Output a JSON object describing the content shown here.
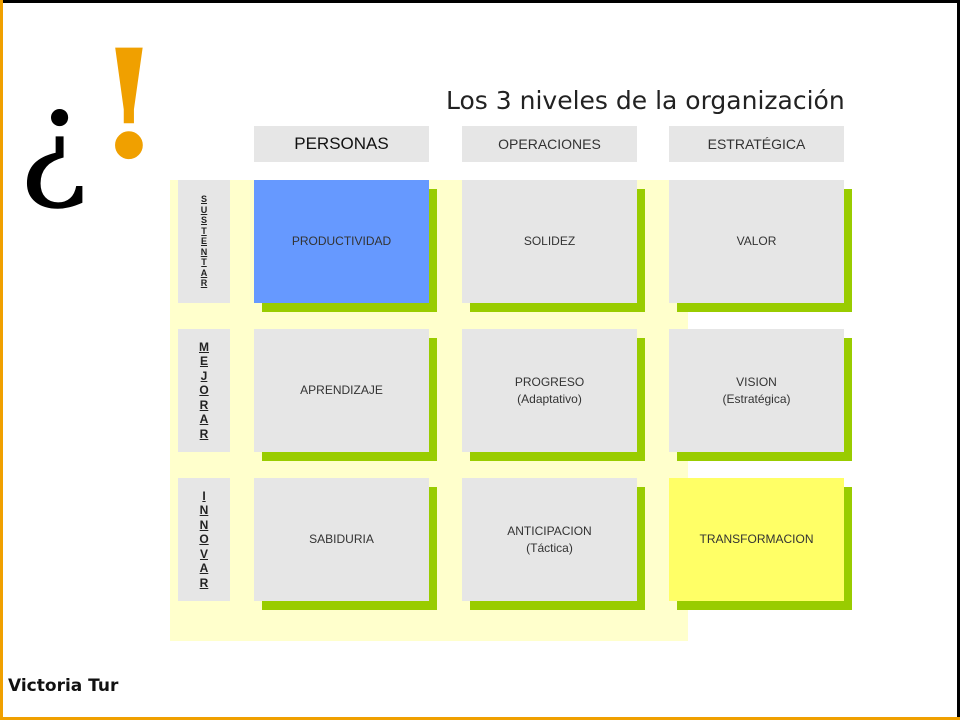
{
  "title": "Los 3 niveles de la organización",
  "decoration": {
    "inverted_question": "¿",
    "exclamation": "!",
    "exclamation_color": "#f0a000"
  },
  "columns": [
    "PERSONAS",
    "OPERACIONES",
    "ESTRATÉGICA"
  ],
  "rows": [
    {
      "label": "SUSTENTAR",
      "cells": [
        {
          "line1": "PRODUCTIVIDAD",
          "line2": ""
        },
        {
          "line1": "SOLIDEZ",
          "line2": ""
        },
        {
          "line1": "VALOR",
          "line2": ""
        }
      ]
    },
    {
      "label": "MEJORAR",
      "cells": [
        {
          "line1": "APRENDIZAJE",
          "line2": ""
        },
        {
          "line1": "PROGRESO",
          "line2": "(Adaptativo)"
        },
        {
          "line1": "VISION",
          "line2": "(Estratégica)"
        }
      ]
    },
    {
      "label": "INNOVAR",
      "cells": [
        {
          "line1": "SABIDURIA",
          "line2": ""
        },
        {
          "line1": "ANTICIPACION",
          "line2": "(Táctica)"
        },
        {
          "line1": "TRANSFORMACION",
          "line2": ""
        }
      ]
    }
  ],
  "colors": {
    "highlight_blue": "#6699ff",
    "highlight_yellow": "#ffff66",
    "shadow_green": "#99cc00",
    "panel_yellow": "#ffffcc"
  },
  "author": "Victoria Tur"
}
